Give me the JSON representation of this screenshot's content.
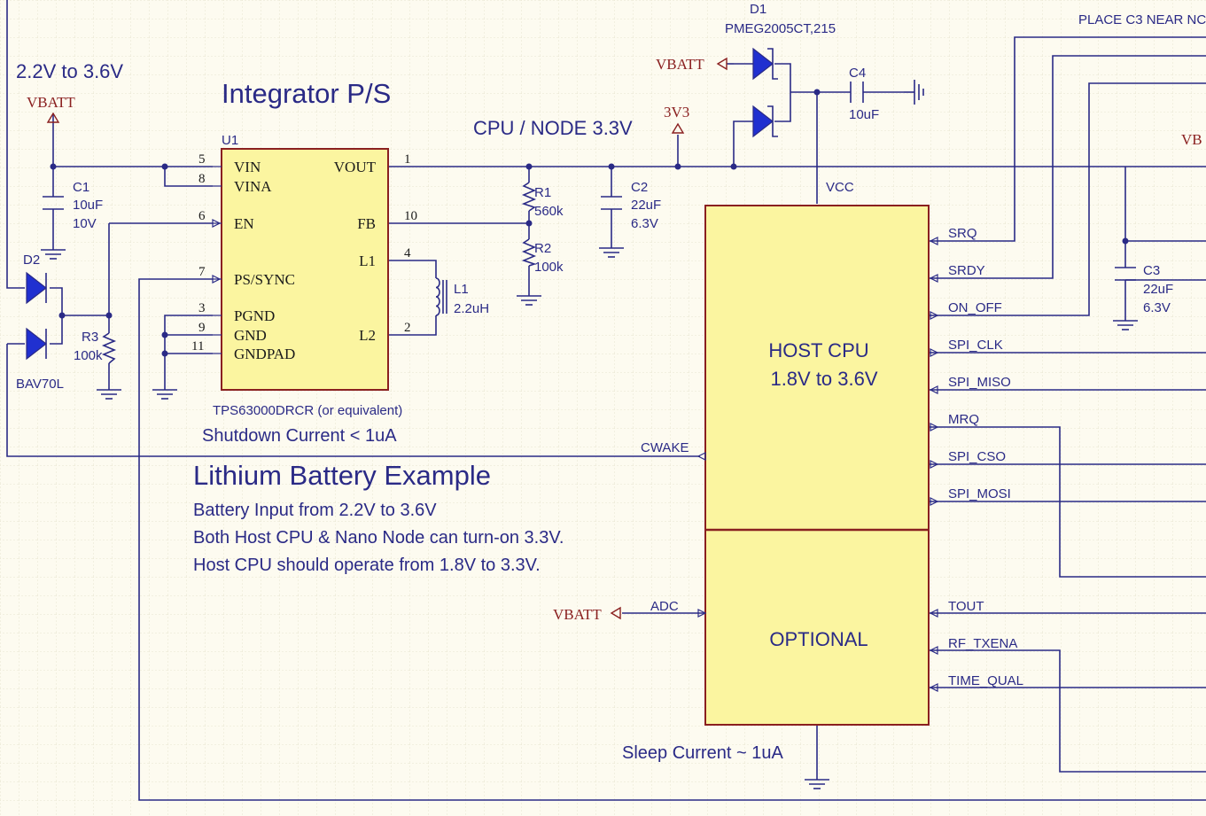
{
  "colors": {
    "wire": "#2a2a86",
    "power_label": "#8a2020",
    "component_fill": "#fbf5a0",
    "component_border": "#8a2020",
    "diode_fill": "#2030d0",
    "background": "#fdfbf0",
    "grid": "#e8e4d0"
  },
  "notes": {
    "input_range": "2.2V to 3.6V",
    "integrator_title": "Integrator P/S",
    "cpu_node": "CPU / NODE 3.3V",
    "place_c3": "PLACE C3 NEAR NC",
    "shutdown": "Shutdown Current < 1uA",
    "lithium_title": "Lithium Battery Example",
    "line1": "Battery Input from 2.2V to 3.6V",
    "line2": "Both Host CPU & Nano Node can turn-on 3.3V.",
    "line3": "Host CPU should operate from 1.8V to 3.3V.",
    "sleep": "Sleep Current ~ 1uA"
  },
  "power_ports": {
    "vbatt_left": "VBATT",
    "vbatt_top": "VBATT",
    "v3v3": "3V3",
    "vbatt_adc": "VBATT",
    "vb_edge": "VB"
  },
  "u1": {
    "designator": "U1",
    "part": "TPS63000DRCR (or equivalent)",
    "pins": [
      {
        "name": "VIN",
        "num": "5"
      },
      {
        "name": "VINA",
        "num": "8"
      },
      {
        "name": "EN",
        "num": "6"
      },
      {
        "name": "PS/SYNC",
        "num": "7"
      },
      {
        "name": "PGND",
        "num": "3"
      },
      {
        "name": "GND",
        "num": "9"
      },
      {
        "name": "GNDPAD",
        "num": "11"
      },
      {
        "name": "VOUT",
        "num": "1"
      },
      {
        "name": "FB",
        "num": "10"
      },
      {
        "name": "L1",
        "num": "4"
      },
      {
        "name": "L2",
        "num": "2"
      }
    ]
  },
  "components": {
    "c1": {
      "ref": "C1",
      "value": "10uF",
      "rating": "10V"
    },
    "c2": {
      "ref": "C2",
      "value": "22uF",
      "rating": "6.3V"
    },
    "c3": {
      "ref": "C3",
      "value": "22uF",
      "rating": "6.3V"
    },
    "c4": {
      "ref": "C4",
      "value": "10uF"
    },
    "r1": {
      "ref": "R1",
      "value": "560k"
    },
    "r2": {
      "ref": "R2",
      "value": "100k"
    },
    "r3": {
      "ref": "R3",
      "value": "100k"
    },
    "l1": {
      "ref": "L1",
      "value": "2.2uH"
    },
    "d1": {
      "ref": "D1",
      "part": "PMEG2005CT,215"
    },
    "d2": {
      "ref": "D2",
      "part": "BAV70L"
    }
  },
  "host": {
    "title": "HOST CPU",
    "range": "1.8V to 3.6V",
    "optional": "OPTIONAL",
    "vcc": "VCC",
    "cwake": "CWAKE",
    "adc": "ADC",
    "signals": [
      "SRQ",
      "SRDY",
      "ON_OFF",
      "SPI_CLK",
      "SPI_MISO",
      "MRQ",
      "SPI_CSO",
      "SPI_MOSI"
    ],
    "optional_signals": [
      "TOUT",
      "RF_TXENA",
      "TIME_QUAL"
    ]
  }
}
